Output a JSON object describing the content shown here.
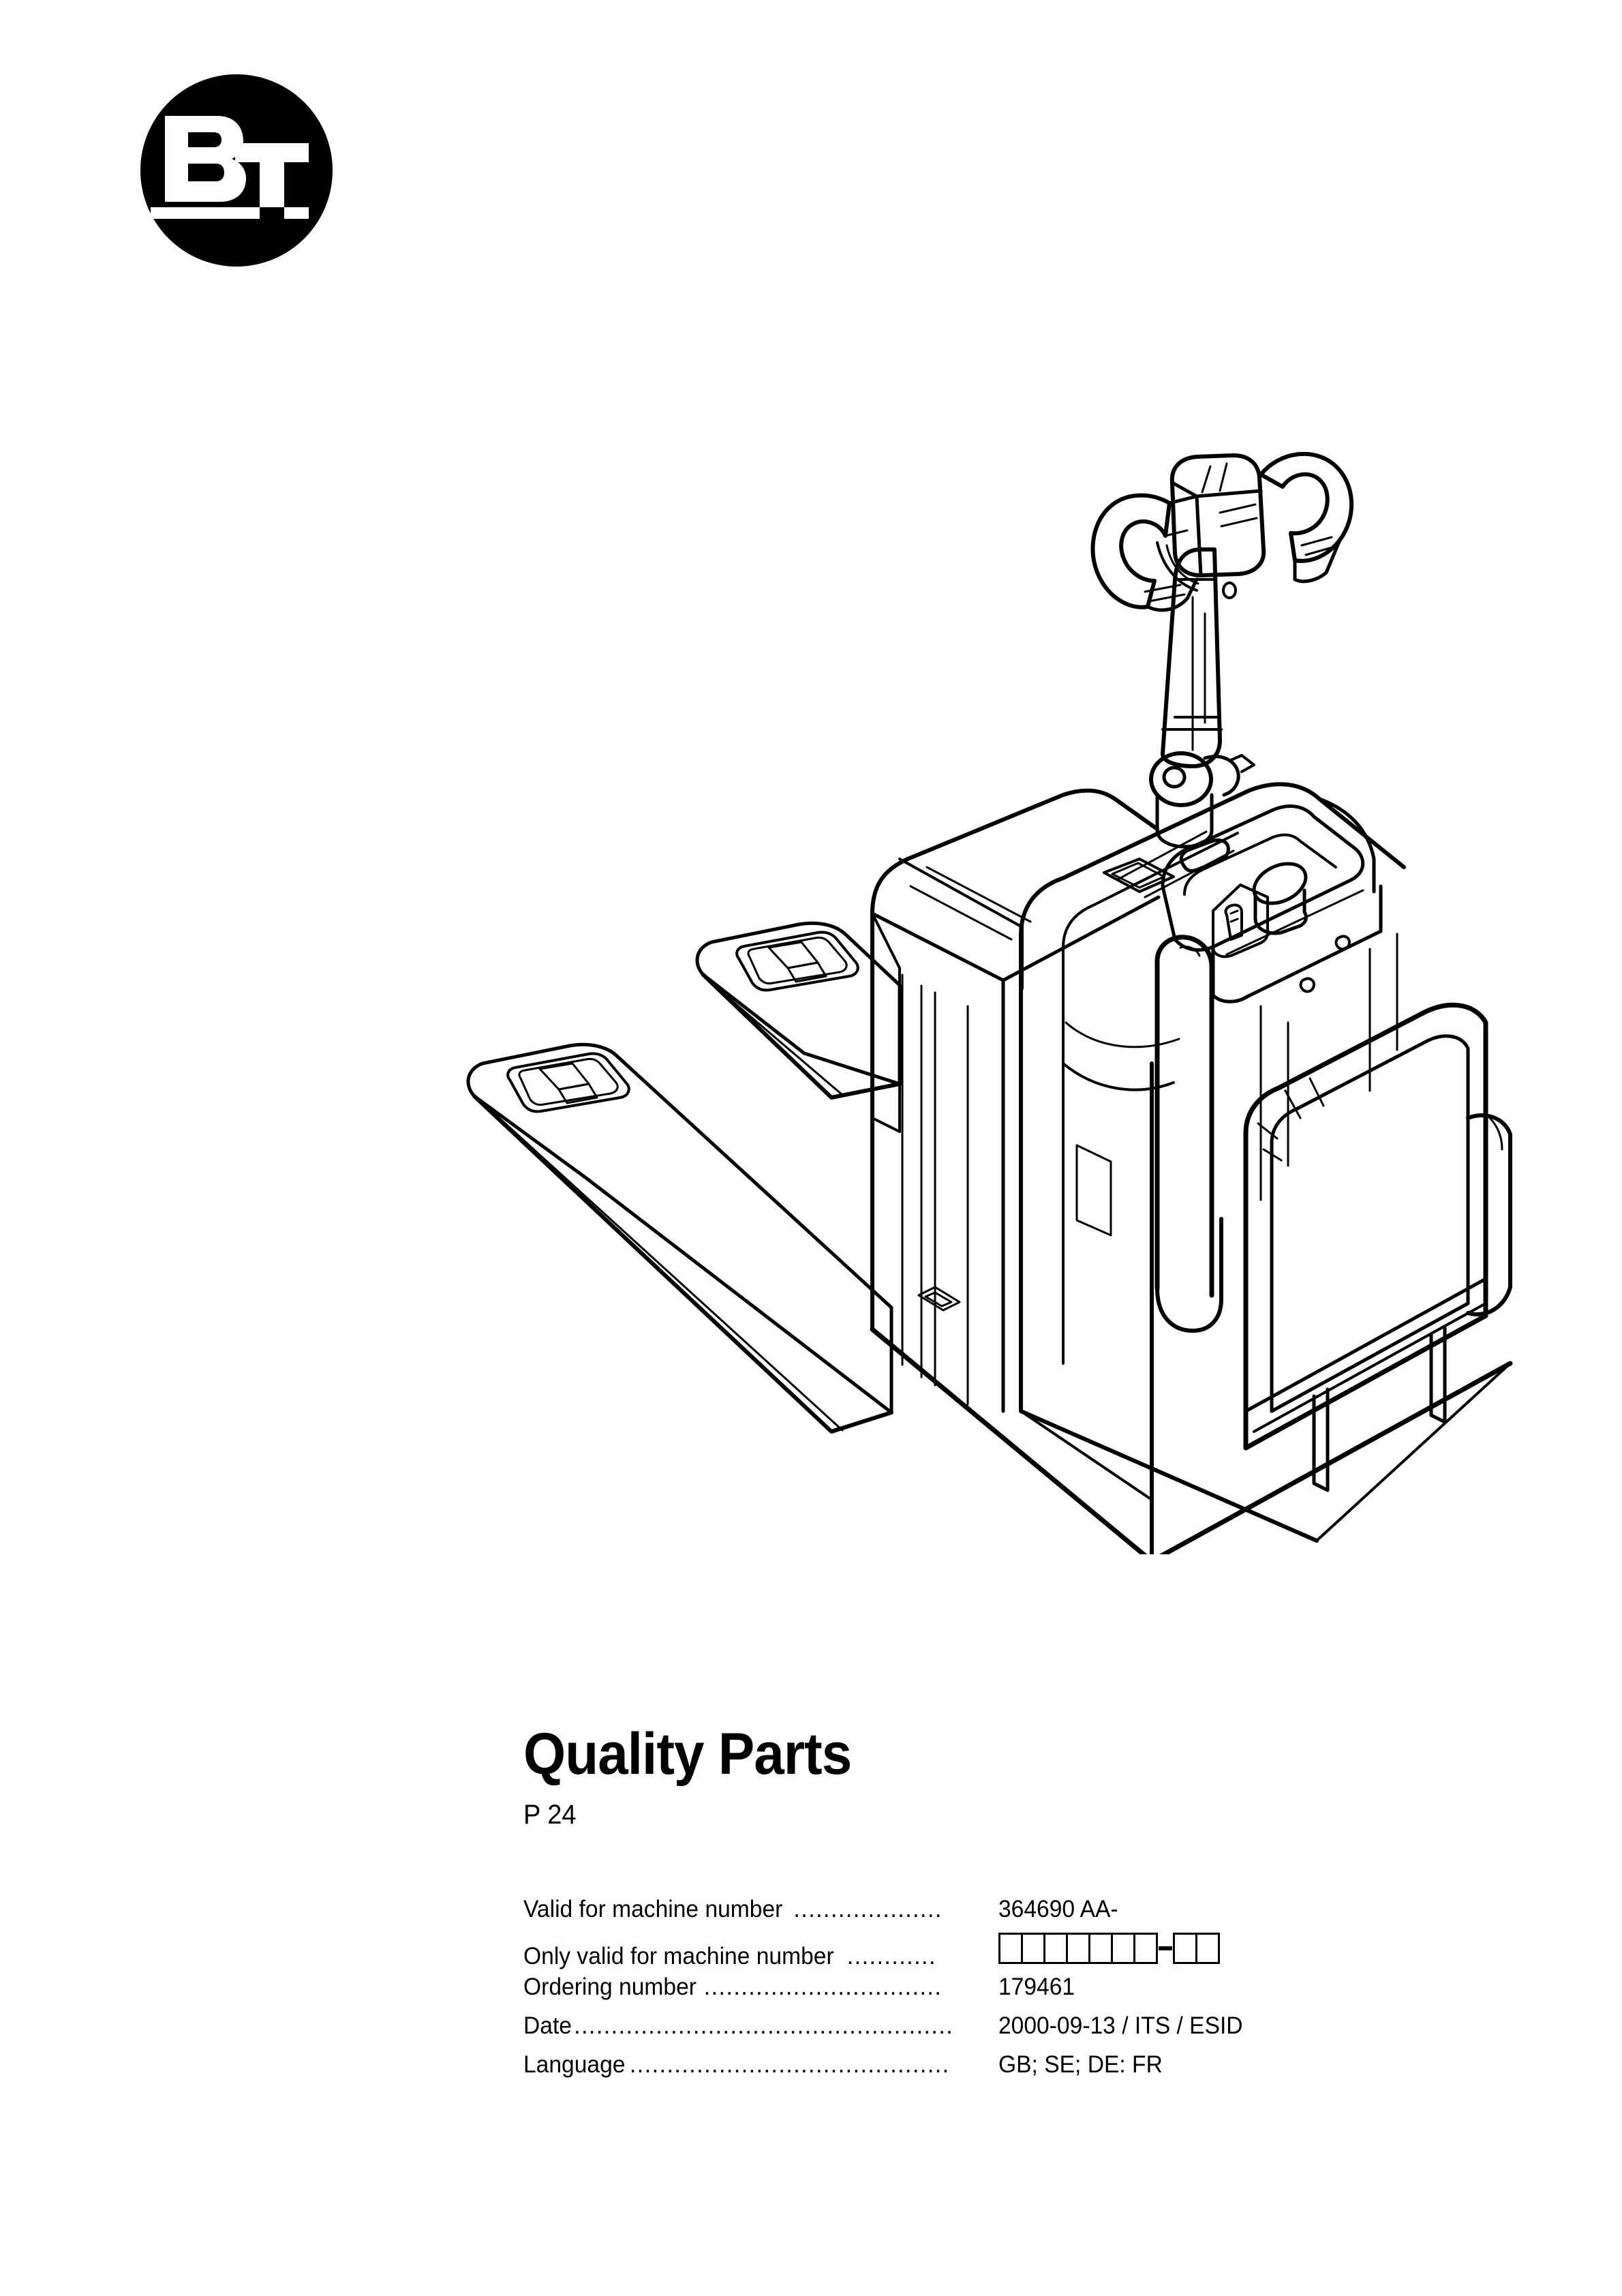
{
  "brand": {
    "logo_name": "BT",
    "logo_letter_b": "B",
    "logo_letter_t": "T",
    "logo_color": "#000000"
  },
  "illustration": {
    "name": "bt-p24-electric-pallet-truck-line-drawing",
    "caption": "",
    "line_color": "#000000"
  },
  "title_block": {
    "title": "Quality Parts",
    "model": "P 24"
  },
  "spec_table": {
    "rows": [
      {
        "label": "Valid for machine number",
        "dots": "....................",
        "value": "364690 AA-",
        "type": "text"
      },
      {
        "label": "Only valid for machine number",
        "dots": "............",
        "value": "",
        "type": "boxes",
        "boxes_group_1": 7,
        "boxes_group_2": 2,
        "separator": "-"
      },
      {
        "label": "Ordering number ",
        "dots": "................................",
        "value": "179461",
        "type": "text"
      },
      {
        "label": "Date",
        "dots": "...................................................",
        "value": "2000-09-13 / ITS / ESID",
        "type": "text"
      },
      {
        "label": "Language",
        "dots": "...........................................",
        "value": "GB; SE; DE: FR",
        "type": "text"
      }
    ]
  }
}
